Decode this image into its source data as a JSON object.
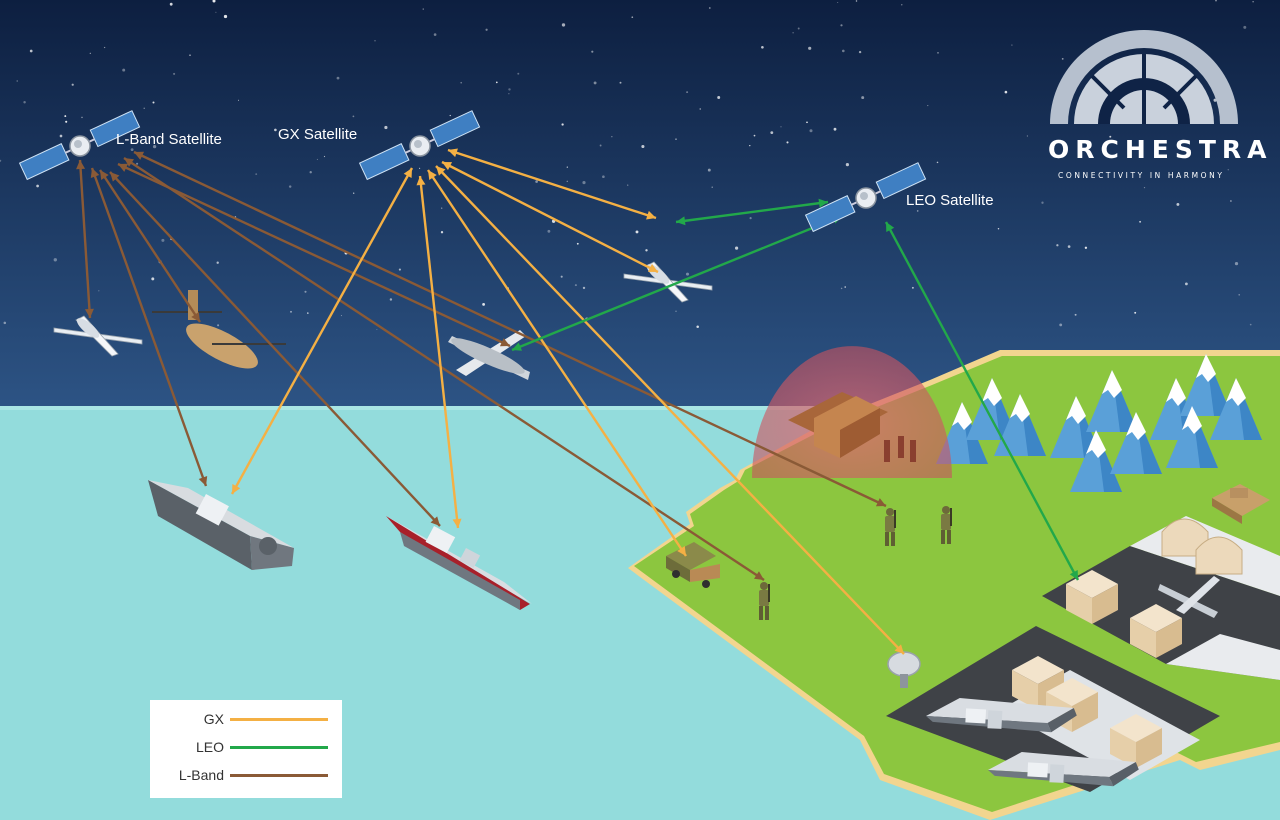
{
  "brand": {
    "name": "ORCHESTRA",
    "tagline": "CONNECTIVITY IN HARMONY"
  },
  "satellites": {
    "lband": "L-Band Satellite",
    "gx": "GX Satellite",
    "leo": "LEO Satellite"
  },
  "legend": {
    "items": [
      {
        "label": "GX",
        "color": "#f4b044"
      },
      {
        "label": "LEO",
        "color": "#22a84a"
      },
      {
        "label": "L-Band",
        "color": "#8a5a36"
      }
    ]
  },
  "colors": {
    "sky_top": "#0d1f40",
    "sky_bottom": "#2a4f7e",
    "sea": "#93dcdc",
    "land": "#8cc63f",
    "gx": "#f4b044",
    "leo": "#22a84a",
    "lband": "#8a5a36",
    "dome": "#d9606a"
  },
  "icons": [
    "satellite-icon",
    "drone-icon",
    "helicopter-icon",
    "transport-plane-icon",
    "frigate-icon",
    "destroyer-icon",
    "truck-icon",
    "soldier-icon",
    "tank-icon",
    "command-post-icon",
    "satellite-dish-icon",
    "hangar-icon",
    "control-tower-icon",
    "mountain-icon",
    "logo-dome-icon"
  ]
}
